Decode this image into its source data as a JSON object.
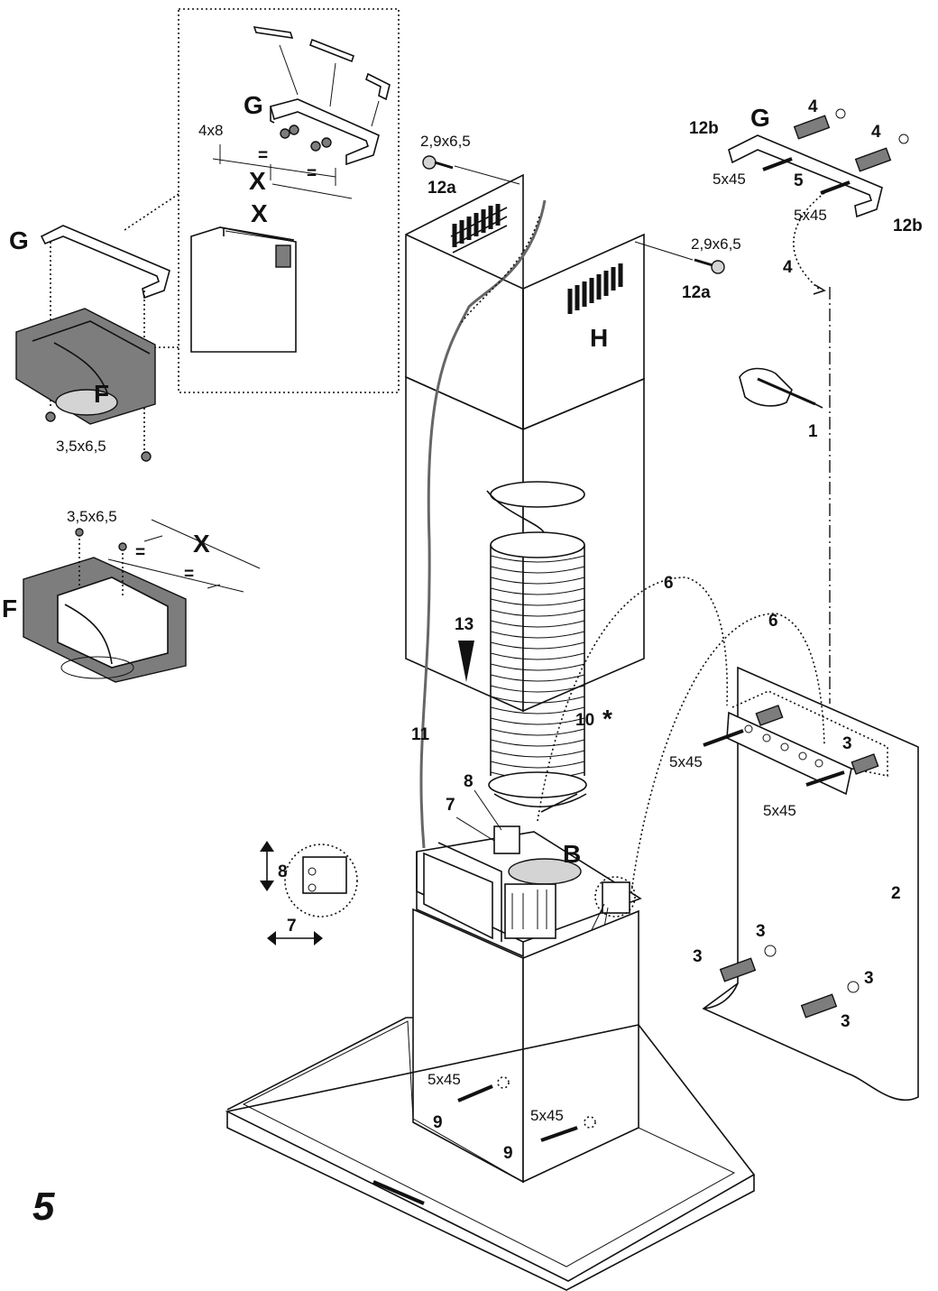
{
  "figure": {
    "number": "5"
  },
  "parts": {
    "G": "G",
    "F": "F",
    "H": "H",
    "B": "B",
    "X": "X",
    "eq": "="
  },
  "screws": {
    "s_4x8": "4x8",
    "s_29x65": "2,9x6,5",
    "s_35x65": "3,5x6,5",
    "s_5x45": "5x45"
  },
  "steps": {
    "s1": "1",
    "s2": "2",
    "s3": "3",
    "s4": "4",
    "s5": "5",
    "s6": "6",
    "s7": "7",
    "s8": "8",
    "s9": "9",
    "s10": "10",
    "s10_mark": "*",
    "s11": "11",
    "s12a": "12a",
    "s12b": "12b",
    "s13": "13"
  }
}
